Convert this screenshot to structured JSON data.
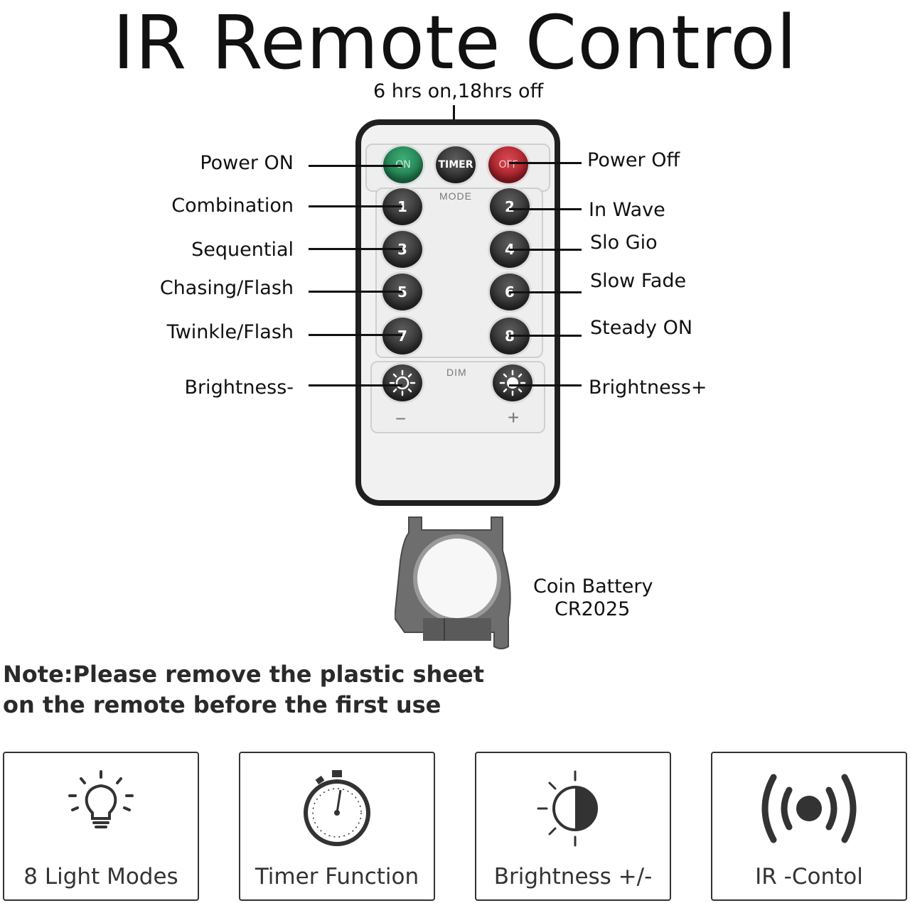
{
  "title": "IR Remote Control",
  "timer_label": "6 hrs on,18hrs off",
  "left_labels": {
    "power_on": "Power ON",
    "combination": "Combination",
    "sequential": "Sequential",
    "chasing": "Chasing/Flash",
    "twinkle": "Twinkle/Flash",
    "brightness_minus": "Brightness-"
  },
  "right_labels": {
    "power_off": "Power Off",
    "in_wave": "In Wave",
    "slo_gio": "Slo Gio",
    "slow_fade": "Slow Fade",
    "steady_on": "Steady ON",
    "brightness_plus": "Brightness+"
  },
  "remote": {
    "on": "ON",
    "timer": "TIMER",
    "off": "OFF",
    "mode": "MODE",
    "dim": "DIM",
    "minus": "−",
    "plus": "+",
    "buttons": [
      "1",
      "2",
      "3",
      "4",
      "5",
      "6",
      "7",
      "8"
    ]
  },
  "battery": {
    "line1": "Coin Battery",
    "line2": "CR2025"
  },
  "note": {
    "line1": "Note:Please remove the plastic sheet",
    "line2": "on the remote before the first use"
  },
  "features": [
    {
      "label": "8 Light Modes",
      "icon": "lightbulb-icon"
    },
    {
      "label": "Timer Function",
      "icon": "stopwatch-icon"
    },
    {
      "label": "Brightness +/-",
      "icon": "brightness-icon"
    },
    {
      "label": "IR -Contol",
      "icon": "signal-icon"
    }
  ],
  "colors": {
    "on_button": "#1e7a4c",
    "off_button": "#a01d26",
    "mode_button": "#2c2c2c"
  }
}
